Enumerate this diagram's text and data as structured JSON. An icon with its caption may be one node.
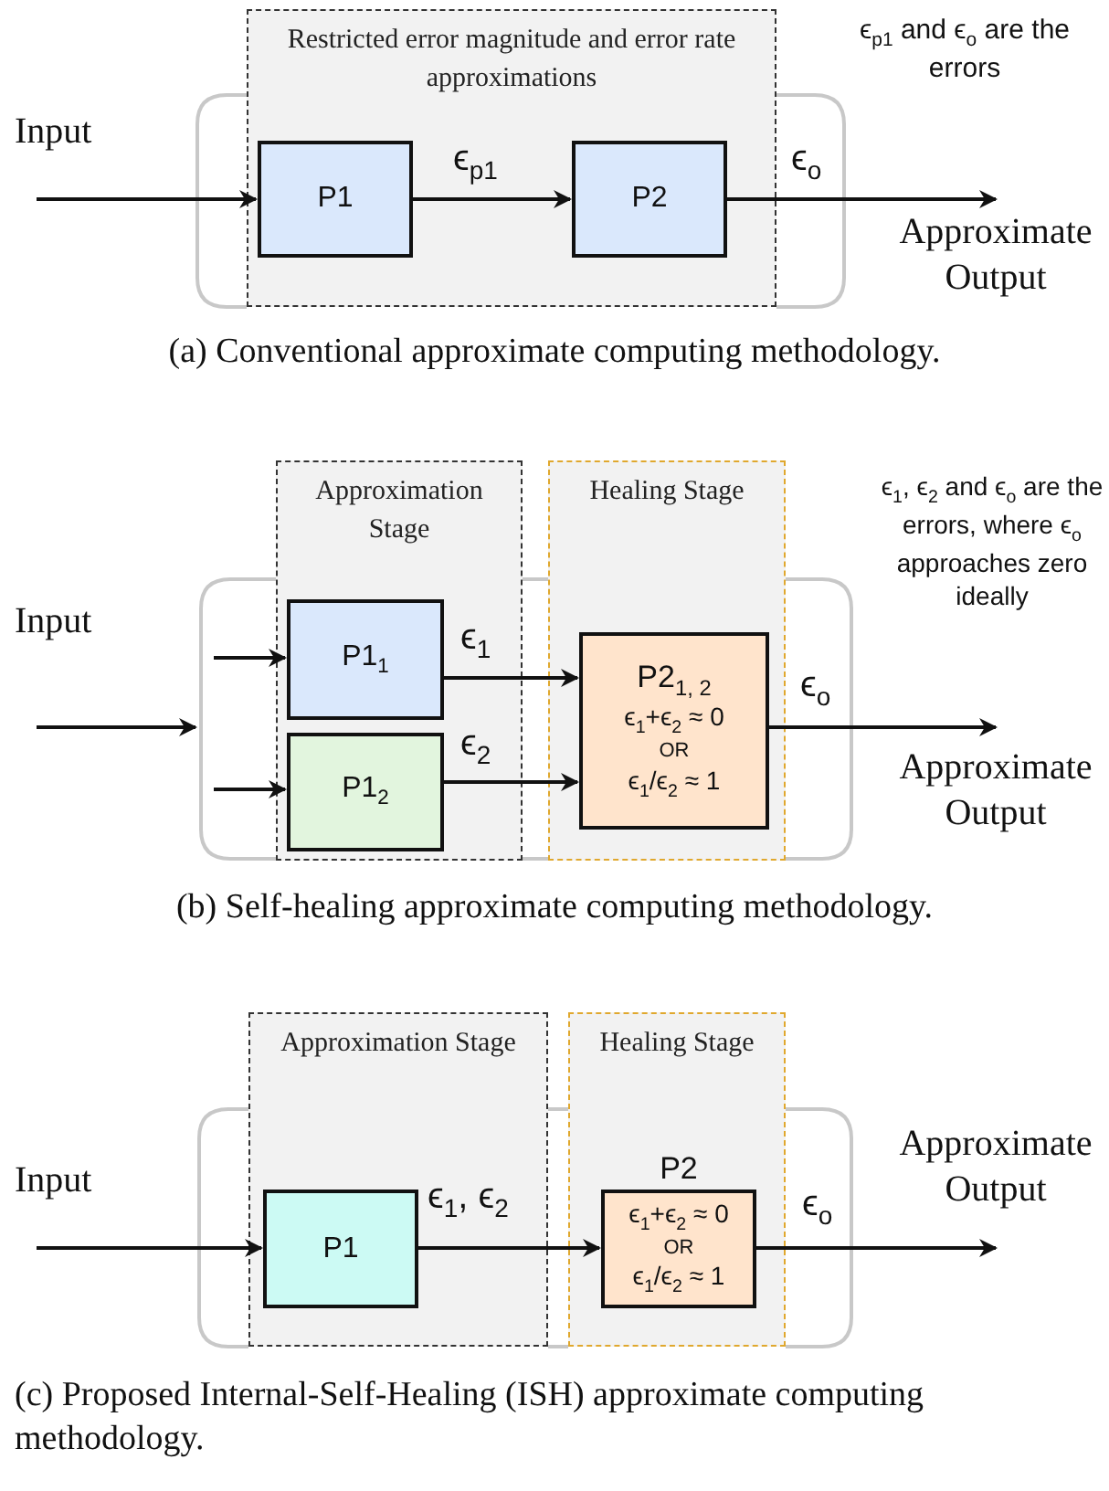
{
  "diagram": {
    "nodes": [
      {
        "text": [
          "Restricted error magnitude and error rate approximations"
        ]
      },
      {
        "text": [
          "P1"
        ],
        "in": 0
      },
      {
        "text": [
          "P2"
        ],
        "in": 0
      },
      {
        "text": [
          "Approximate Output"
        ]
      },
      {
        "text": [
          "Approximation Stage"
        ]
      },
      {
        "text": [
          "Healing Stage"
        ]
      },
      {
        "text": [
          "P1$_{1}$"
        ],
        "in": 4
      },
      {
        "text": [
          "P1$_{2}$"
        ],
        "in": 4
      },
      {
        "text": [
          "P2$_{1, 2}$",
          "ϵ$_{1}$+ϵ$_{2}$ ≈ 0",
          "OR",
          "ϵ$_{1}$/ϵ$_{2}$ ≈ 1"
        ],
        "in": 5
      },
      {
        "text": [
          "Approximate Output"
        ]
      },
      {
        "text": [
          "Approximation Stage"
        ]
      },
      {
        "text": [
          "Healing Stage"
        ]
      },
      {
        "text": [
          "P1"
        ],
        "in": 10
      },
      {
        "text": [
          "P2",
          "ϵ$_{1}$+ϵ$_{2}$ ≈ 0",
          "OR",
          "ϵ$_{1}$/ϵ$_{2}$ ≈ 1"
        ],
        "in": 11
      },
      {
        "text": [
          "Approximate Output"
        ]
      }
    ],
    "edges": [
      {
        "from": null,
        "to": 1,
        "arrow": "to"
      },
      {
        "from": 1,
        "to": 2,
        "arrow": "to",
        "label": "ϵ$_{p1}$"
      },
      {
        "from": 2,
        "to": 3,
        "arrow": "to",
        "label": "ϵ$_{o}$"
      },
      {
        "from": null,
        "to": 6,
        "arrow": "to"
      },
      {
        "from": null,
        "to": 7,
        "arrow": "to"
      },
      {
        "from": 6,
        "to": 8,
        "arrow": "to",
        "label": "ϵ$_{1}$"
      },
      {
        "from": 7,
        "to": 8,
        "arrow": "to",
        "label": "ϵ$_{2}$"
      },
      {
        "from": 8,
        "to": 9,
        "arrow": "to",
        "label": "ϵ$_{o}$"
      },
      {
        "from": null,
        "to": 12,
        "arrow": "to"
      },
      {
        "from": 12,
        "to": 13,
        "arrow": "to",
        "label": "ϵ$_{1}$, ϵ$_{2}$"
      },
      {
        "from": 13,
        "to": 14,
        "arrow": "to",
        "label": "ϵ$_{o}$"
      }
    ],
    "labels": [
      "Input",
      "ϵ$_{p1}$ and ϵ$_{o}$ are the errors",
      "(a) Conventional approximate computing methodology.",
      "Input",
      "ϵ$_{1}$, ϵ$_{2}$ and ϵ$_{o}$ are the errors, where ϵ$_{o}$ approaches zero ideally",
      "(b) Self-healing approximate computing methodology.",
      "Input",
      "(c) Proposed Internal-Self-Healing (ISH) approximate computing methodology."
    ]
  }
}
